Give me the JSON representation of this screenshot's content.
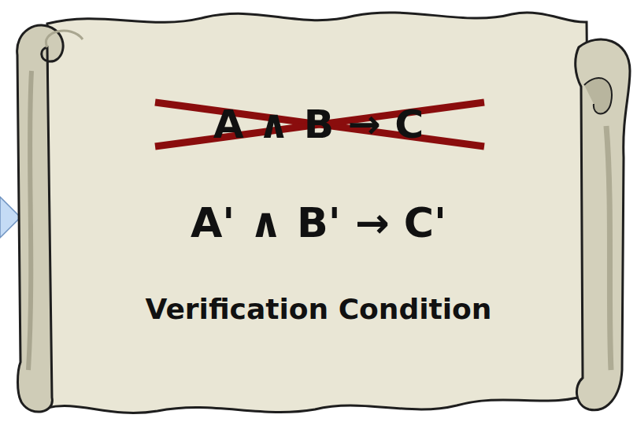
{
  "diagram": {
    "nodes": [
      {
        "text": [
          "A ∧ B → C",
          "A' ∧ B' → C'",
          "Verification Condition"
        ]
      }
    ]
  }
}
